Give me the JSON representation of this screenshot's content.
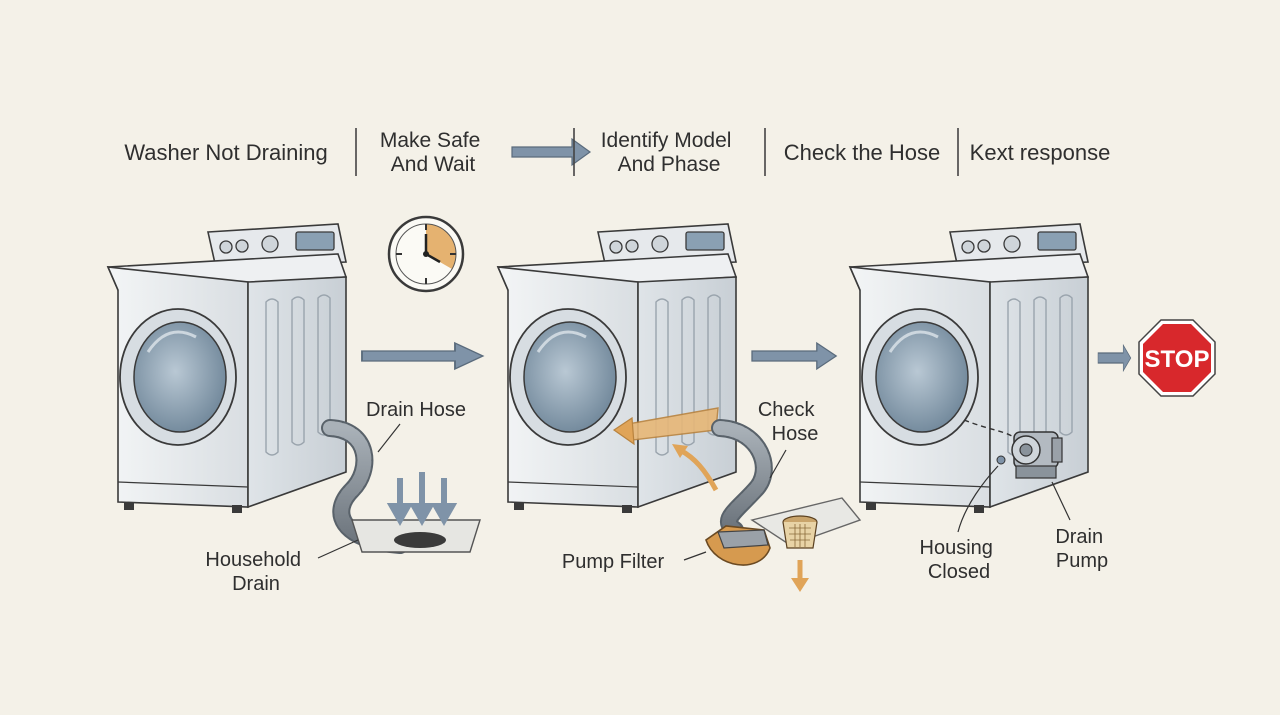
{
  "header_steps": [
    {
      "lines": [
        "Washer Not Draining"
      ]
    },
    {
      "lines": [
        "Make Safe",
        "And Wait"
      ]
    },
    {
      "lines": [
        "Identify Model",
        "And Phase"
      ]
    },
    {
      "lines": [
        "Check the Hose"
      ]
    },
    {
      "lines": [
        "Kext response"
      ]
    }
  ],
  "callouts": {
    "drain_hose": "Drain Hose",
    "household_drain": [
      "Household",
      "Drain"
    ],
    "check_hose": [
      "Check",
      "Hose"
    ],
    "pump_filter": "Pump Filter",
    "housing_closed": [
      "Housing",
      "Closed"
    ],
    "drain_pump": [
      "Drain",
      "Pump"
    ]
  },
  "stop_sign": {
    "text": "STOP"
  },
  "icons": [
    "timer-clock-icon",
    "arrow-right-icon",
    "stop-sign-icon",
    "washing-machine-icon",
    "drain-pump-icon",
    "pump-filter-icon"
  ],
  "colors": {
    "background": "#f4f1e8",
    "arrow": "#7f93a8",
    "accent_orange": "#e0a458",
    "stop_red": "#d8282c",
    "machine_body": "#e9ecef",
    "door_glass": "#8da2b5"
  }
}
